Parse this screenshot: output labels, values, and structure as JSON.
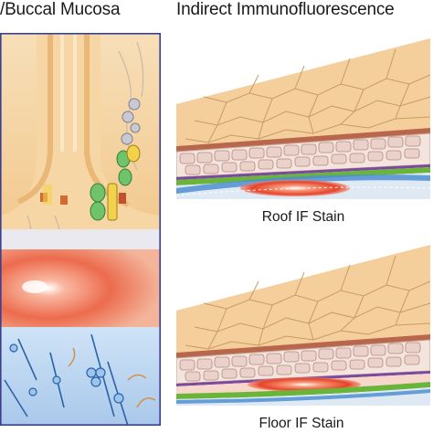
{
  "headings": {
    "left": "/Buccal Mucosa",
    "right": "Indirect Immunofluorescence"
  },
  "panels": {
    "roof": {
      "caption": "Roof IF Stain"
    },
    "floor": {
      "caption": "Floor IF Stain"
    }
  },
  "colors": {
    "panel_border": "#3b3f8c",
    "keratinocyte": "#f4cf9c",
    "basement_membrane": "#6ab43a",
    "blister_fluorescence": "#e8432a",
    "dermis_blue": "#4f8fd1",
    "epithelium_cells": "#f3e4de"
  }
}
